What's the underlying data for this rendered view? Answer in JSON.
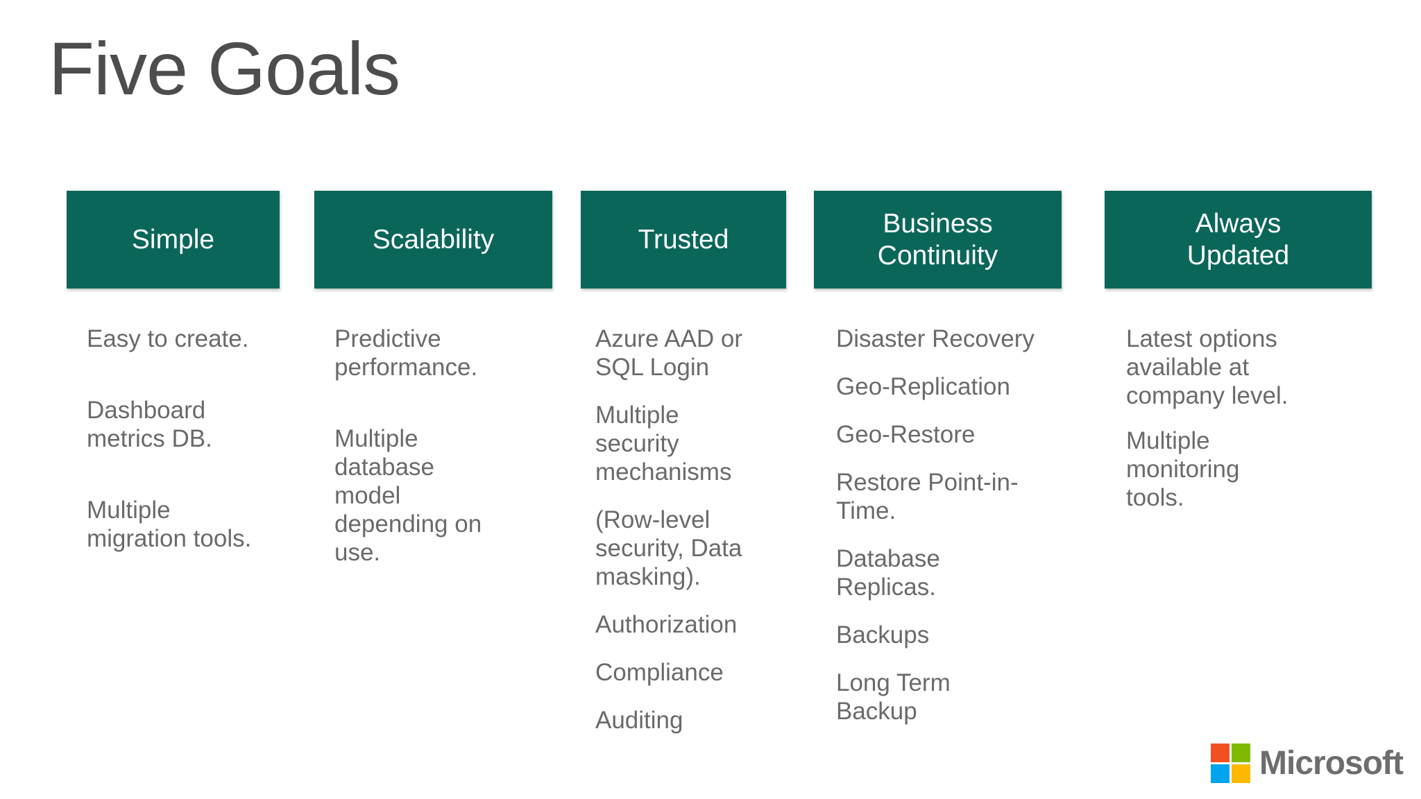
{
  "slide": {
    "title": "Five Goals",
    "colors": {
      "box_teal": "#0b665a",
      "title_gray": "#4d4d4d",
      "body_gray": "#6a6a6a"
    },
    "columns": [
      {
        "header": "Simple",
        "items": [
          "Easy to create.",
          "Dashboard\nmetrics DB.",
          "Multiple\nmigration tools."
        ]
      },
      {
        "header": "Scalability",
        "items": [
          "Predictive\nperformance.",
          "Multiple\ndatabase\nmodel\ndepending on\nuse."
        ]
      },
      {
        "header": "Trusted",
        "items": [
          "Azure AAD or\nSQL Login",
          "Multiple\nsecurity\nmechanisms",
          "(Row-level\nsecurity, Data\nmasking).",
          "Authorization",
          "Compliance",
          "Auditing"
        ]
      },
      {
        "header": "Business\nContinuity",
        "items": [
          "Disaster Recovery",
          "Geo-Replication",
          "Geo-Restore",
          "Restore Point-in-\nTime.",
          "Database\nReplicas.",
          "Backups",
          "Long Term\nBackup"
        ]
      },
      {
        "header": "Always\nUpdated",
        "items": [
          "Latest options\navailable at\ncompany level.",
          "Multiple\nmonitoring\ntools."
        ]
      }
    ],
    "footer": {
      "brand": "Microsoft",
      "logo_colors": {
        "red": "#f25022",
        "green": "#7fba00",
        "blue": "#00a4ef",
        "yellow": "#ffb900"
      }
    }
  }
}
